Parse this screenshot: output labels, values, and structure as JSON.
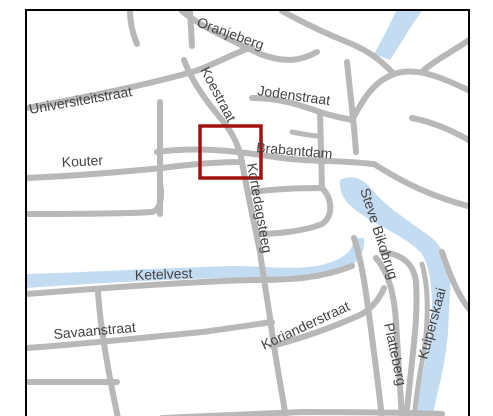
{
  "colors": {
    "road": "#b8b8b8",
    "water": "#c4dcf2",
    "label": "#444444",
    "highlight": "#a31010",
    "border": "#000000",
    "background": "#ffffff"
  },
  "streets": {
    "oranjeberg": "Oranjeberg",
    "universiteitstraat": "Universiteitstraat",
    "jodenstraat": "Jodenstraat",
    "koestraat": "Koestraat",
    "brabantdam": "Brabantdam",
    "kouter": "Kouter",
    "kortedagsteeg": "Kortedagsteeg",
    "steve_bikobrug": "Steve Bikobrug",
    "ketelvest": "Ketelvest",
    "kuiperskaai": "Kuiperskaai",
    "savaanstraat": "Savaanstraat",
    "korianderstraat": "Korianderstraat",
    "platteberg": "Platteberg"
  }
}
